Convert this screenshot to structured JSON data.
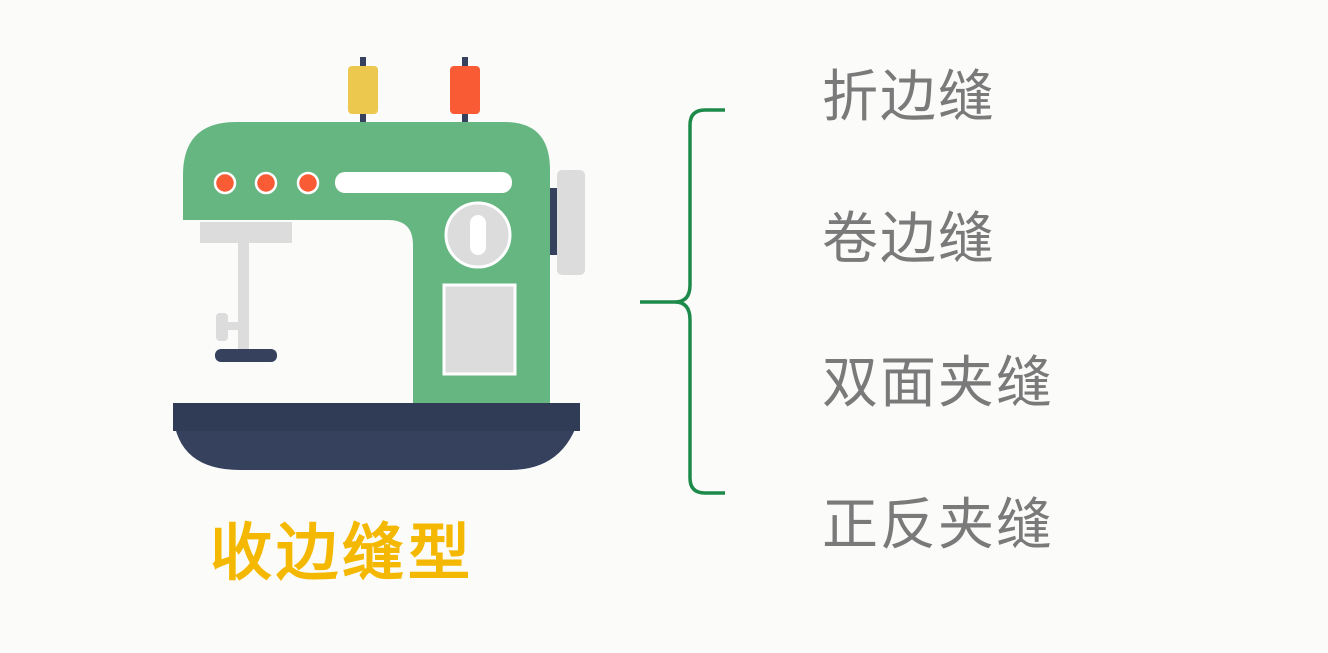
{
  "title": "收边缝型",
  "items": [
    "折边缝",
    "卷边缝",
    "双面夹缝",
    "正反夹缝"
  ],
  "colors": {
    "title": "#f5b800",
    "items": "#7a7a7a",
    "brace": "#1e8a4a",
    "machine": "#66b682",
    "base": "#36415e"
  },
  "icons": [
    "sewing-machine-icon",
    "brace-icon"
  ]
}
